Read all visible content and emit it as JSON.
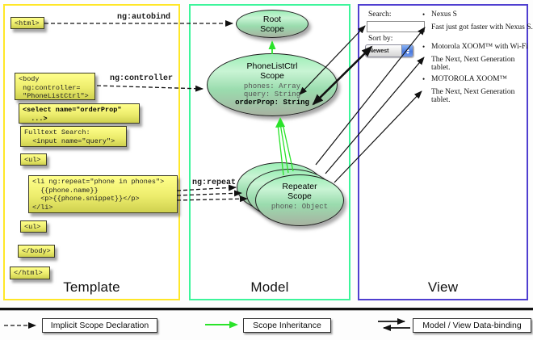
{
  "template_column": {
    "title": "Template",
    "boxes": [
      {
        "name": "html-open",
        "text": "<html>"
      },
      {
        "name": "body-open",
        "text": "<body\n ng:controller=\n \"PhoneListCtrl\">"
      },
      {
        "name": "select-tag",
        "text": "<select name=\"orderProp\"\n  ...>"
      },
      {
        "name": "fulltext",
        "text": "Fulltext Search:\n  <input name=\"query\">"
      },
      {
        "name": "ul-first",
        "text": "<ul>"
      },
      {
        "name": "li-repeat",
        "text": "<li ng:repeat=\"phone in phones\">\n  {{phone.name}}\n  <p>{{phone.snippet}}</p>\n</li>"
      },
      {
        "name": "ul-second",
        "text": "<ul>"
      },
      {
        "name": "body-close",
        "text": "</body>"
      },
      {
        "name": "html-close",
        "text": "</html>"
      }
    ]
  },
  "model_column": {
    "title": "Model",
    "root_scope": {
      "title": "Root\nScope"
    },
    "phonelist_scope": {
      "title": "PhoneListCtrl\nScope",
      "props": [
        "phones: Array",
        "query: String"
      ],
      "bold_prop": "orderProp: String"
    },
    "repeater_scope": {
      "title": "Repeater\nScope",
      "prop": "phone: Object"
    }
  },
  "view_column": {
    "title": "View",
    "search_label": "Search:",
    "sort_label": "Sort by:",
    "sort_value": "Newest",
    "bullet_glyph": "•",
    "items": [
      {
        "name": "Nexus S",
        "desc": "Fast just got faster with Nexus S."
      },
      {
        "name": "Motorola XOOM™ with Wi-Fi",
        "desc": "The Next, Next Generation tablet."
      },
      {
        "name": "MOTOROLA XOOM™",
        "desc": "The Next, Next Generation tablet."
      }
    ]
  },
  "arrow_labels": {
    "autobind": "ng:autobind",
    "controller": "ng:controller",
    "repeat": "ng:repeat"
  },
  "legend": {
    "implicit": "Implicit Scope Declaration",
    "inheritance": "Scope Inheritance",
    "binding": "Model / View Data-binding"
  },
  "colors": {
    "template-border": "#ffe728",
    "model-border": "#3df59b",
    "view-border": "#4f3fd0",
    "box-fill-top": "#ffff8a",
    "box-fill-bottom": "#cfd14f",
    "scope-fill-top": "#aef0c0",
    "scope-fill-bottom": "#a7b2a1",
    "inheritance-arrow": "#2ae32a",
    "arrow-black": "#111111"
  }
}
